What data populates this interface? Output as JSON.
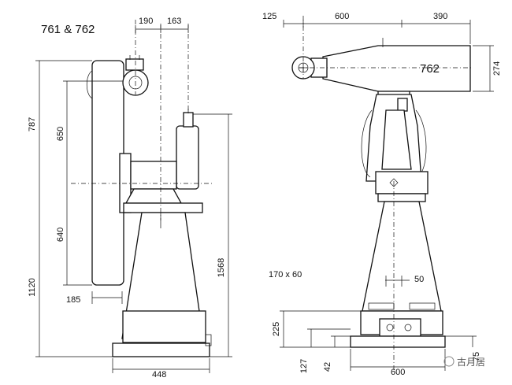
{
  "drawing": {
    "left_title": "761 & 762",
    "right_label": "762",
    "section_note": "170 x 60"
  },
  "dimensions_left": {
    "top_190": "190",
    "top_163": "163",
    "v_787": "787",
    "v_650": "650",
    "v_640": "640",
    "v_1120": "1120",
    "v_1568": "1568",
    "h_185": "185",
    "h_448": "448"
  },
  "dimensions_right": {
    "top_125": "125",
    "top_600": "600",
    "top_390": "390",
    "v_274": "274",
    "h_50": "50",
    "v_225": "225",
    "v_127": "127",
    "v_42": "42",
    "h_600": "600",
    "v_75": "75"
  },
  "watermark": {
    "text": "古月居"
  },
  "colors": {
    "line": "#111111",
    "background": "#ffffff"
  }
}
